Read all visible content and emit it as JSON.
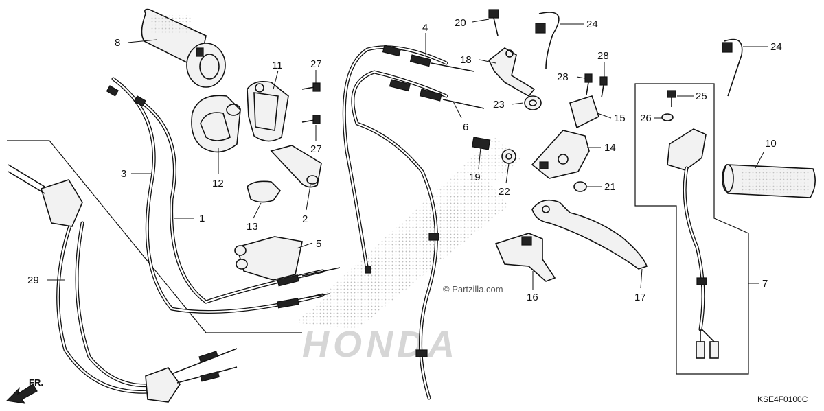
{
  "callouts": [
    {
      "id": "1",
      "text": "1"
    },
    {
      "id": "2",
      "text": "2"
    },
    {
      "id": "3",
      "text": "3"
    },
    {
      "id": "4",
      "text": "4"
    },
    {
      "id": "5",
      "text": "5"
    },
    {
      "id": "6",
      "text": "6"
    },
    {
      "id": "7",
      "text": "7"
    },
    {
      "id": "8",
      "text": "8"
    },
    {
      "id": "10",
      "text": "10"
    },
    {
      "id": "11",
      "text": "11"
    },
    {
      "id": "12",
      "text": "12"
    },
    {
      "id": "13",
      "text": "13"
    },
    {
      "id": "14",
      "text": "14"
    },
    {
      "id": "15",
      "text": "15"
    },
    {
      "id": "16",
      "text": "16"
    },
    {
      "id": "17",
      "text": "17"
    },
    {
      "id": "18",
      "text": "18"
    },
    {
      "id": "19",
      "text": "19"
    },
    {
      "id": "20",
      "text": "20"
    },
    {
      "id": "21",
      "text": "21"
    },
    {
      "id": "22",
      "text": "22"
    },
    {
      "id": "23",
      "text": "23"
    },
    {
      "id": "24a",
      "text": "24"
    },
    {
      "id": "24b",
      "text": "24"
    },
    {
      "id": "25",
      "text": "25"
    },
    {
      "id": "26",
      "text": "26"
    },
    {
      "id": "27a",
      "text": "27"
    },
    {
      "id": "27b",
      "text": "27"
    },
    {
      "id": "28a",
      "text": "28"
    },
    {
      "id": "28b",
      "text": "28"
    },
    {
      "id": "29",
      "text": "29"
    }
  ],
  "watermark": {
    "site": "© Partzilla.com",
    "brand": "HONDA"
  },
  "direction_marker": {
    "label": "FR."
  },
  "diagram_code": "KSE4F0100C",
  "colors": {
    "ink": "#111111",
    "background": "#ffffff",
    "watermark": "#d6d6d6"
  }
}
